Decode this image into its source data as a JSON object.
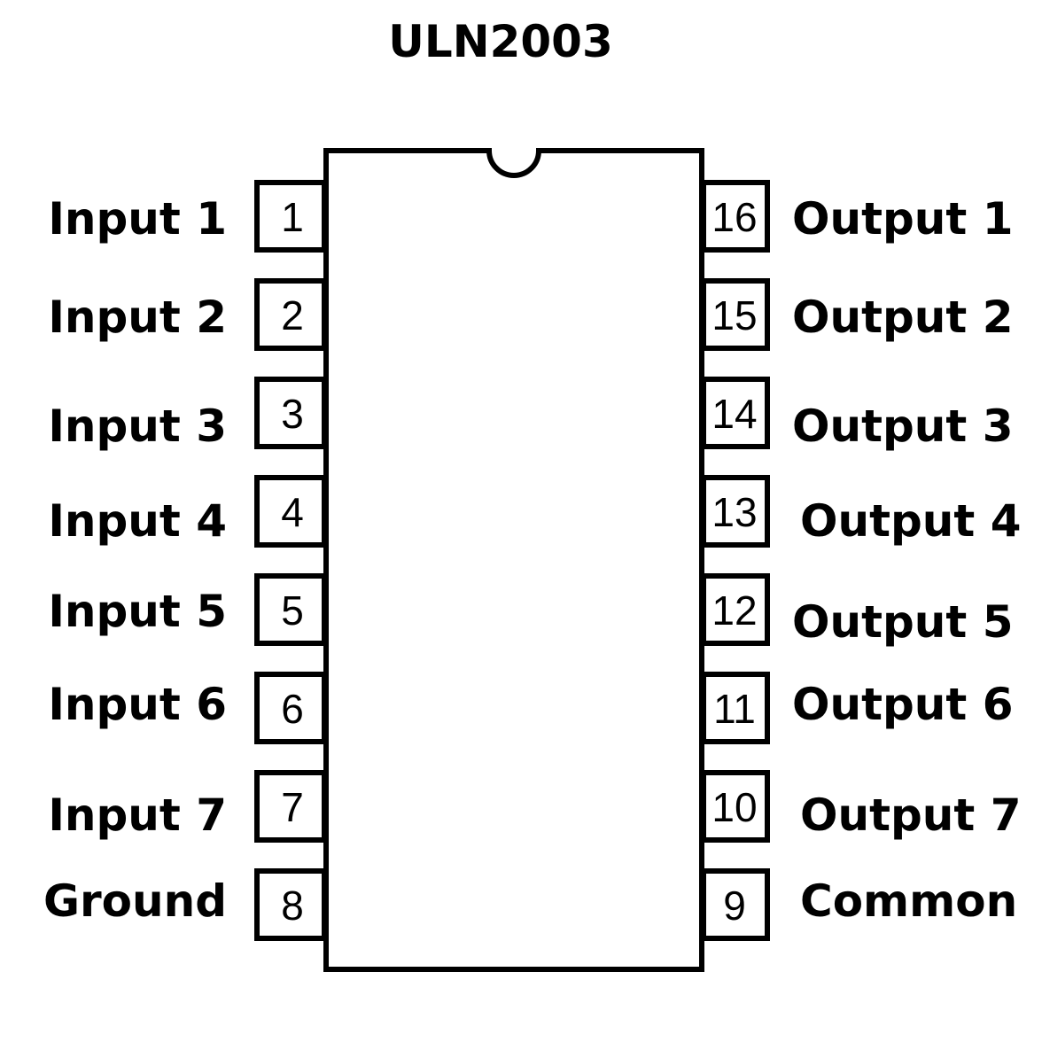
{
  "title": "ULN2003",
  "left_pins": [
    {
      "number": "1",
      "label": "Input 1"
    },
    {
      "number": "2",
      "label": "Input 2"
    },
    {
      "number": "3",
      "label": "Input 3"
    },
    {
      "number": "4",
      "label": "Input 4"
    },
    {
      "number": "5",
      "label": "Input 5"
    },
    {
      "number": "6",
      "label": "Input 6"
    },
    {
      "number": "7",
      "label": "Input 7"
    },
    {
      "number": "8",
      "label": "Ground"
    }
  ],
  "right_pins": [
    {
      "number": "16",
      "label": "Output 1"
    },
    {
      "number": "15",
      "label": "Output 2"
    },
    {
      "number": "14",
      "label": "Output 3"
    },
    {
      "number": "13",
      "label": "Output 4"
    },
    {
      "number": "12",
      "label": "Output 5"
    },
    {
      "number": "11",
      "label": "Output 6"
    },
    {
      "number": "10",
      "label": "Output 7"
    },
    {
      "number": "9",
      "label": "Common"
    }
  ],
  "colors": {
    "stroke": "#000000",
    "background": "#ffffff"
  }
}
